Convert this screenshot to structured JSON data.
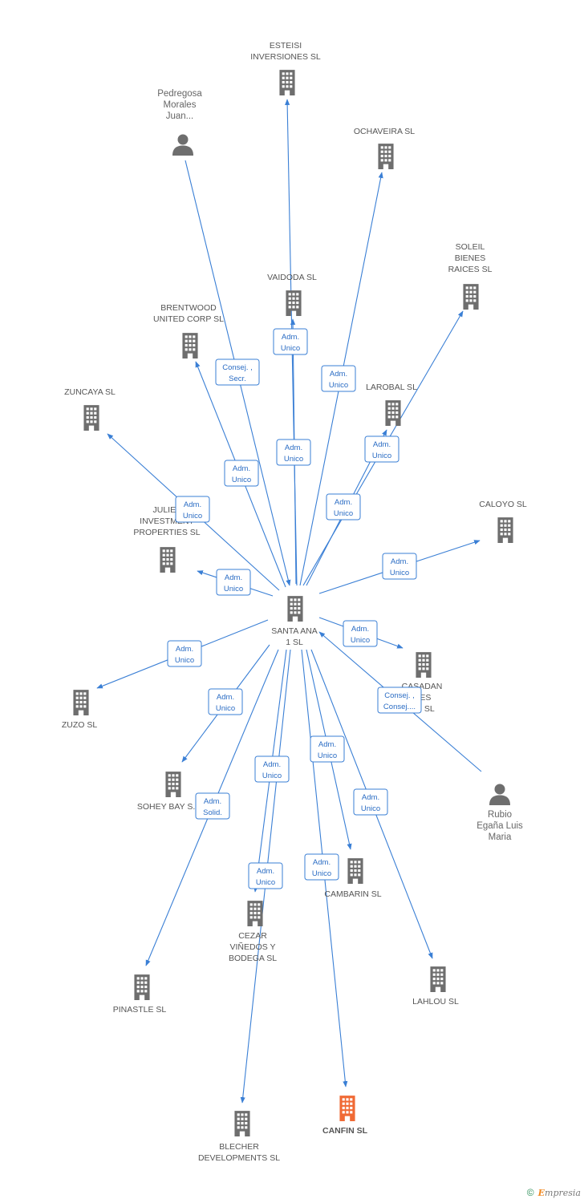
{
  "colors": {
    "edge": "#3a7fd5",
    "edge_text": "#2a6cc4",
    "building": "#6e6e6e",
    "building_target": "#f06a35",
    "person": "#6e6e6e"
  },
  "nodes": [
    {
      "id": "center",
      "type": "company",
      "role": "center",
      "label_lines": [
        "SANTA ANA",
        "1 SL"
      ]
    },
    {
      "id": "esteisi",
      "type": "company",
      "label_lines": [
        "ESTEISI",
        "INVERSIONES SL"
      ]
    },
    {
      "id": "pedregosa",
      "type": "person",
      "label_lines": [
        "Pedregosa",
        "Morales",
        "Juan..."
      ]
    },
    {
      "id": "ochaveira",
      "type": "company",
      "label_lines": [
        "OCHAVEIRA SL"
      ]
    },
    {
      "id": "soleil",
      "type": "company",
      "label_lines": [
        "SOLEIL",
        "BIENES",
        "RAICES SL"
      ]
    },
    {
      "id": "vaidoda",
      "type": "company",
      "label_lines": [
        "VAIDODA SL"
      ]
    },
    {
      "id": "brentwood",
      "type": "company",
      "label_lines": [
        "BRENTWOOD",
        "UNITED CORP SL"
      ]
    },
    {
      "id": "zuncaya",
      "type": "company",
      "label_lines": [
        "ZUNCAYA SL"
      ]
    },
    {
      "id": "larobal",
      "type": "company",
      "label_lines": [
        "LAROBAL SL"
      ]
    },
    {
      "id": "juliet",
      "type": "company",
      "label_lines": [
        "JULIET",
        "INVESTMENT",
        "PROPERTIES SL"
      ]
    },
    {
      "id": "caloyo",
      "type": "company",
      "label_lines": [
        "CALOYO SL"
      ]
    },
    {
      "id": "casadan",
      "type": "company",
      "label_lines": [
        "CASADAN",
        "...ES",
        "...S SL"
      ]
    },
    {
      "id": "zuzo",
      "type": "company",
      "label_lines": [
        "ZUZO SL"
      ]
    },
    {
      "id": "sohey",
      "type": "company",
      "label_lines": [
        "SOHEY BAY S..."
      ]
    },
    {
      "id": "rubio",
      "type": "person",
      "label_lines": [
        "Rubio",
        "Egaña Luis",
        "Maria"
      ]
    },
    {
      "id": "cambarin",
      "type": "company",
      "label_lines": [
        "CAMBARIN SL"
      ]
    },
    {
      "id": "cezar",
      "type": "company",
      "label_lines": [
        "CEZAR",
        "VIÑEDOS Y",
        "BODEGA SL"
      ]
    },
    {
      "id": "pinastle",
      "type": "company",
      "label_lines": [
        "PINASTLE SL"
      ]
    },
    {
      "id": "lahlou",
      "type": "company",
      "label_lines": [
        "LAHLOU SL"
      ]
    },
    {
      "id": "canfin",
      "type": "company",
      "role": "target",
      "label_lines": [
        "CANFIN SL"
      ]
    },
    {
      "id": "blecher",
      "type": "company",
      "label_lines": [
        "BLECHER",
        "DEVELOPMENTS SL"
      ]
    }
  ],
  "edges": [
    {
      "from": "center",
      "to": "esteisi",
      "label_lines": [
        "Adm.",
        "Unico"
      ]
    },
    {
      "from": "pedregosa",
      "to": "center",
      "label_lines": [
        "Consej. ,",
        "Secr."
      ]
    },
    {
      "from": "center",
      "to": "ochaveira",
      "label_lines": [
        "Adm.",
        "Unico"
      ]
    },
    {
      "from": "center",
      "to": "soleil",
      "label_lines": [
        "Adm.",
        "Unico"
      ]
    },
    {
      "from": "center",
      "to": "vaidoda",
      "label_lines": [
        "Adm.",
        "Unico"
      ]
    },
    {
      "from": "center",
      "to": "brentwood",
      "label_lines": [
        "Adm.",
        "Unico"
      ]
    },
    {
      "from": "center",
      "to": "zuncaya",
      "label_lines": [
        "Adm.",
        "Unico"
      ]
    },
    {
      "from": "center",
      "to": "larobal",
      "label_lines": [
        "Adm.",
        "Unico"
      ]
    },
    {
      "from": "center",
      "to": "juliet",
      "label_lines": [
        "Adm.",
        "Unico"
      ]
    },
    {
      "from": "center",
      "to": "caloyo",
      "label_lines": [
        "Adm.",
        "Unico"
      ]
    },
    {
      "from": "center",
      "to": "casadan",
      "label_lines": [
        "Adm.",
        "Unico"
      ]
    },
    {
      "from": "rubio",
      "to": "center",
      "label_lines": [
        "Consej. ,",
        "Consej...."
      ]
    },
    {
      "from": "center",
      "to": "zuzo",
      "label_lines": [
        "Adm.",
        "Unico"
      ]
    },
    {
      "from": "center",
      "to": "sohey",
      "label_lines": [
        "Adm.",
        "Unico"
      ]
    },
    {
      "from": "center",
      "to": "cambarin",
      "label_lines": [
        "Adm.",
        "Unico"
      ]
    },
    {
      "from": "center",
      "to": "cezar",
      "label_lines": [
        "Adm.",
        "Unico"
      ]
    },
    {
      "from": "center",
      "to": "pinastle",
      "label_lines": [
        "Adm.",
        "Solid."
      ]
    },
    {
      "from": "center",
      "to": "lahlou",
      "label_lines": [
        "Adm.",
        "Unico"
      ]
    },
    {
      "from": "center",
      "to": "canfin",
      "label_lines": [
        "Adm.",
        "Unico"
      ]
    },
    {
      "from": "center",
      "to": "blecher",
      "label_lines": [
        "Adm.",
        "Unico"
      ]
    }
  ],
  "footer": {
    "copyright": "©",
    "brand_initial": "E",
    "brand_rest": "mpresia"
  }
}
